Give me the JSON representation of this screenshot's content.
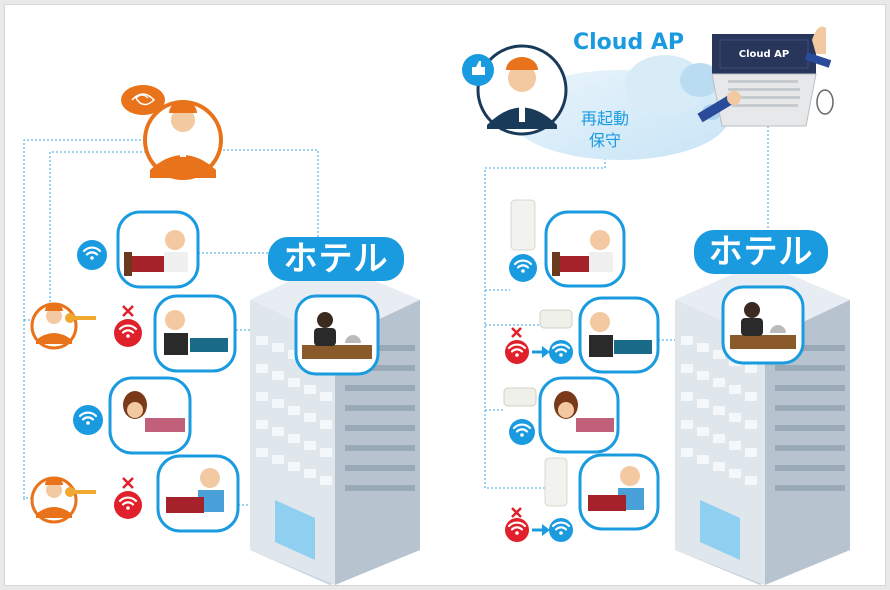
{
  "left_panel": {
    "hotel_label": "ホテル"
  },
  "right_panel": {
    "hotel_label": "ホテル",
    "cloud_title": "Cloud AP",
    "cloud_action_1": "再起動",
    "cloud_action_2": "保守",
    "laptop_screen_text": "Cloud AP"
  },
  "wifi_caption": "Wi-Fi",
  "colors": {
    "accent_blue": "#1a9be0",
    "worker_orange": "#e8731a",
    "fail_red": "#e0202a",
    "dotted_line": "#3aa6dd"
  }
}
